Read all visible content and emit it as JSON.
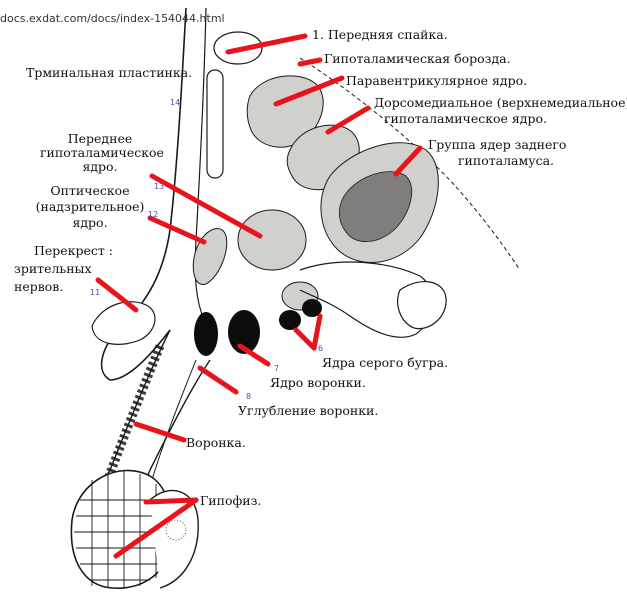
{
  "source_url": "docs.exdat.com/docs/index-154044.html",
  "labels": {
    "commissure": "1. Передняя спайка.",
    "sulcus": "Гипоталамическая борозда.",
    "paraventricular": "Паравентрикулярное ядро.",
    "dorsomedial_1": "Дорсомедиальное (верхнемедиальное)",
    "dorsomedial_2": "гипоталамическое ядро.",
    "posterior_1": "Группа ядер заднего",
    "posterior_2": "гипоталамуса.",
    "terminal": "Трминальная пластинка.",
    "anterior_1": "Переднее",
    "anterior_2": "гипоталамическое",
    "anterior_3": "ядро.",
    "optic_1": "Оптическое",
    "optic_2": "(надзрительное)",
    "optic_3": "ядро.",
    "chiasm_1": "Перекрест :",
    "chiasm_2": "зрительных",
    "chiasm_3": "нервов.",
    "tuberal": "Ядра серого бугра.",
    "infundibular_nucleus": "Ядро воронки.",
    "recess": "Углубление воронки.",
    "infundibulum": "Воронка.",
    "hypophysis": "Гипофиз."
  },
  "figure_numbers": [
    "14",
    "13",
    "12",
    "11",
    "6",
    "7",
    "8"
  ],
  "colors": {
    "pointer": "#e8131b",
    "nucleus_fill": "#d2d0cc",
    "posterior_core": "#7f7e7c",
    "dark_nucleus": "#0c0c0c",
    "outline": "#1a1a1a",
    "number_text": "#5a4aa8"
  }
}
